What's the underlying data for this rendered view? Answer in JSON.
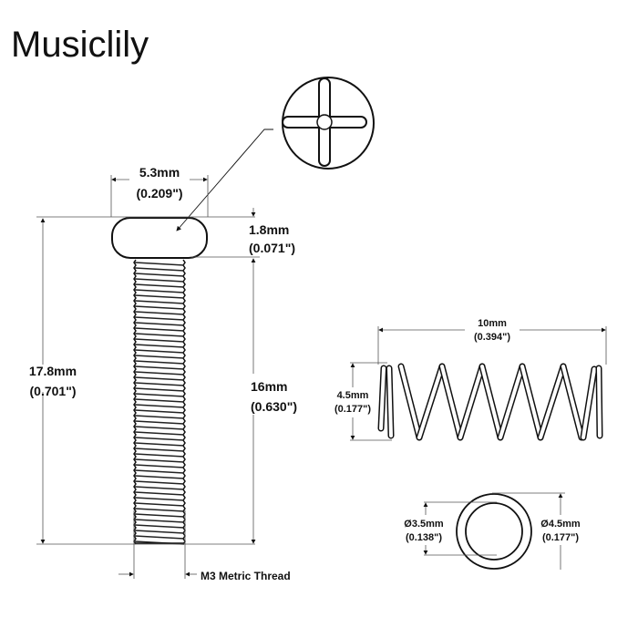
{
  "brand": "Musiclily",
  "screw": {
    "head_width": "5.3mm",
    "head_width_in": "(0.209\")",
    "head_height": "1.8mm",
    "head_height_in": "(0.071\")",
    "total_length": "17.8mm",
    "total_length_in": "(0.701\")",
    "thread_length": "16mm",
    "thread_length_in": "(0.630\")",
    "thread_label": "M3 Metric Thread"
  },
  "spring": {
    "length": "10mm",
    "length_in": "(0.394\")",
    "diameter": "4.5mm",
    "diameter_in": "(0.177\")",
    "inner_diameter": "Ø3.5mm",
    "inner_diameter_in": "(0.138\")",
    "outer_diameter": "Ø4.5mm",
    "outer_diameter_in": "(0.177\")"
  },
  "colors": {
    "ink": "#111111",
    "background": "#ffffff"
  }
}
